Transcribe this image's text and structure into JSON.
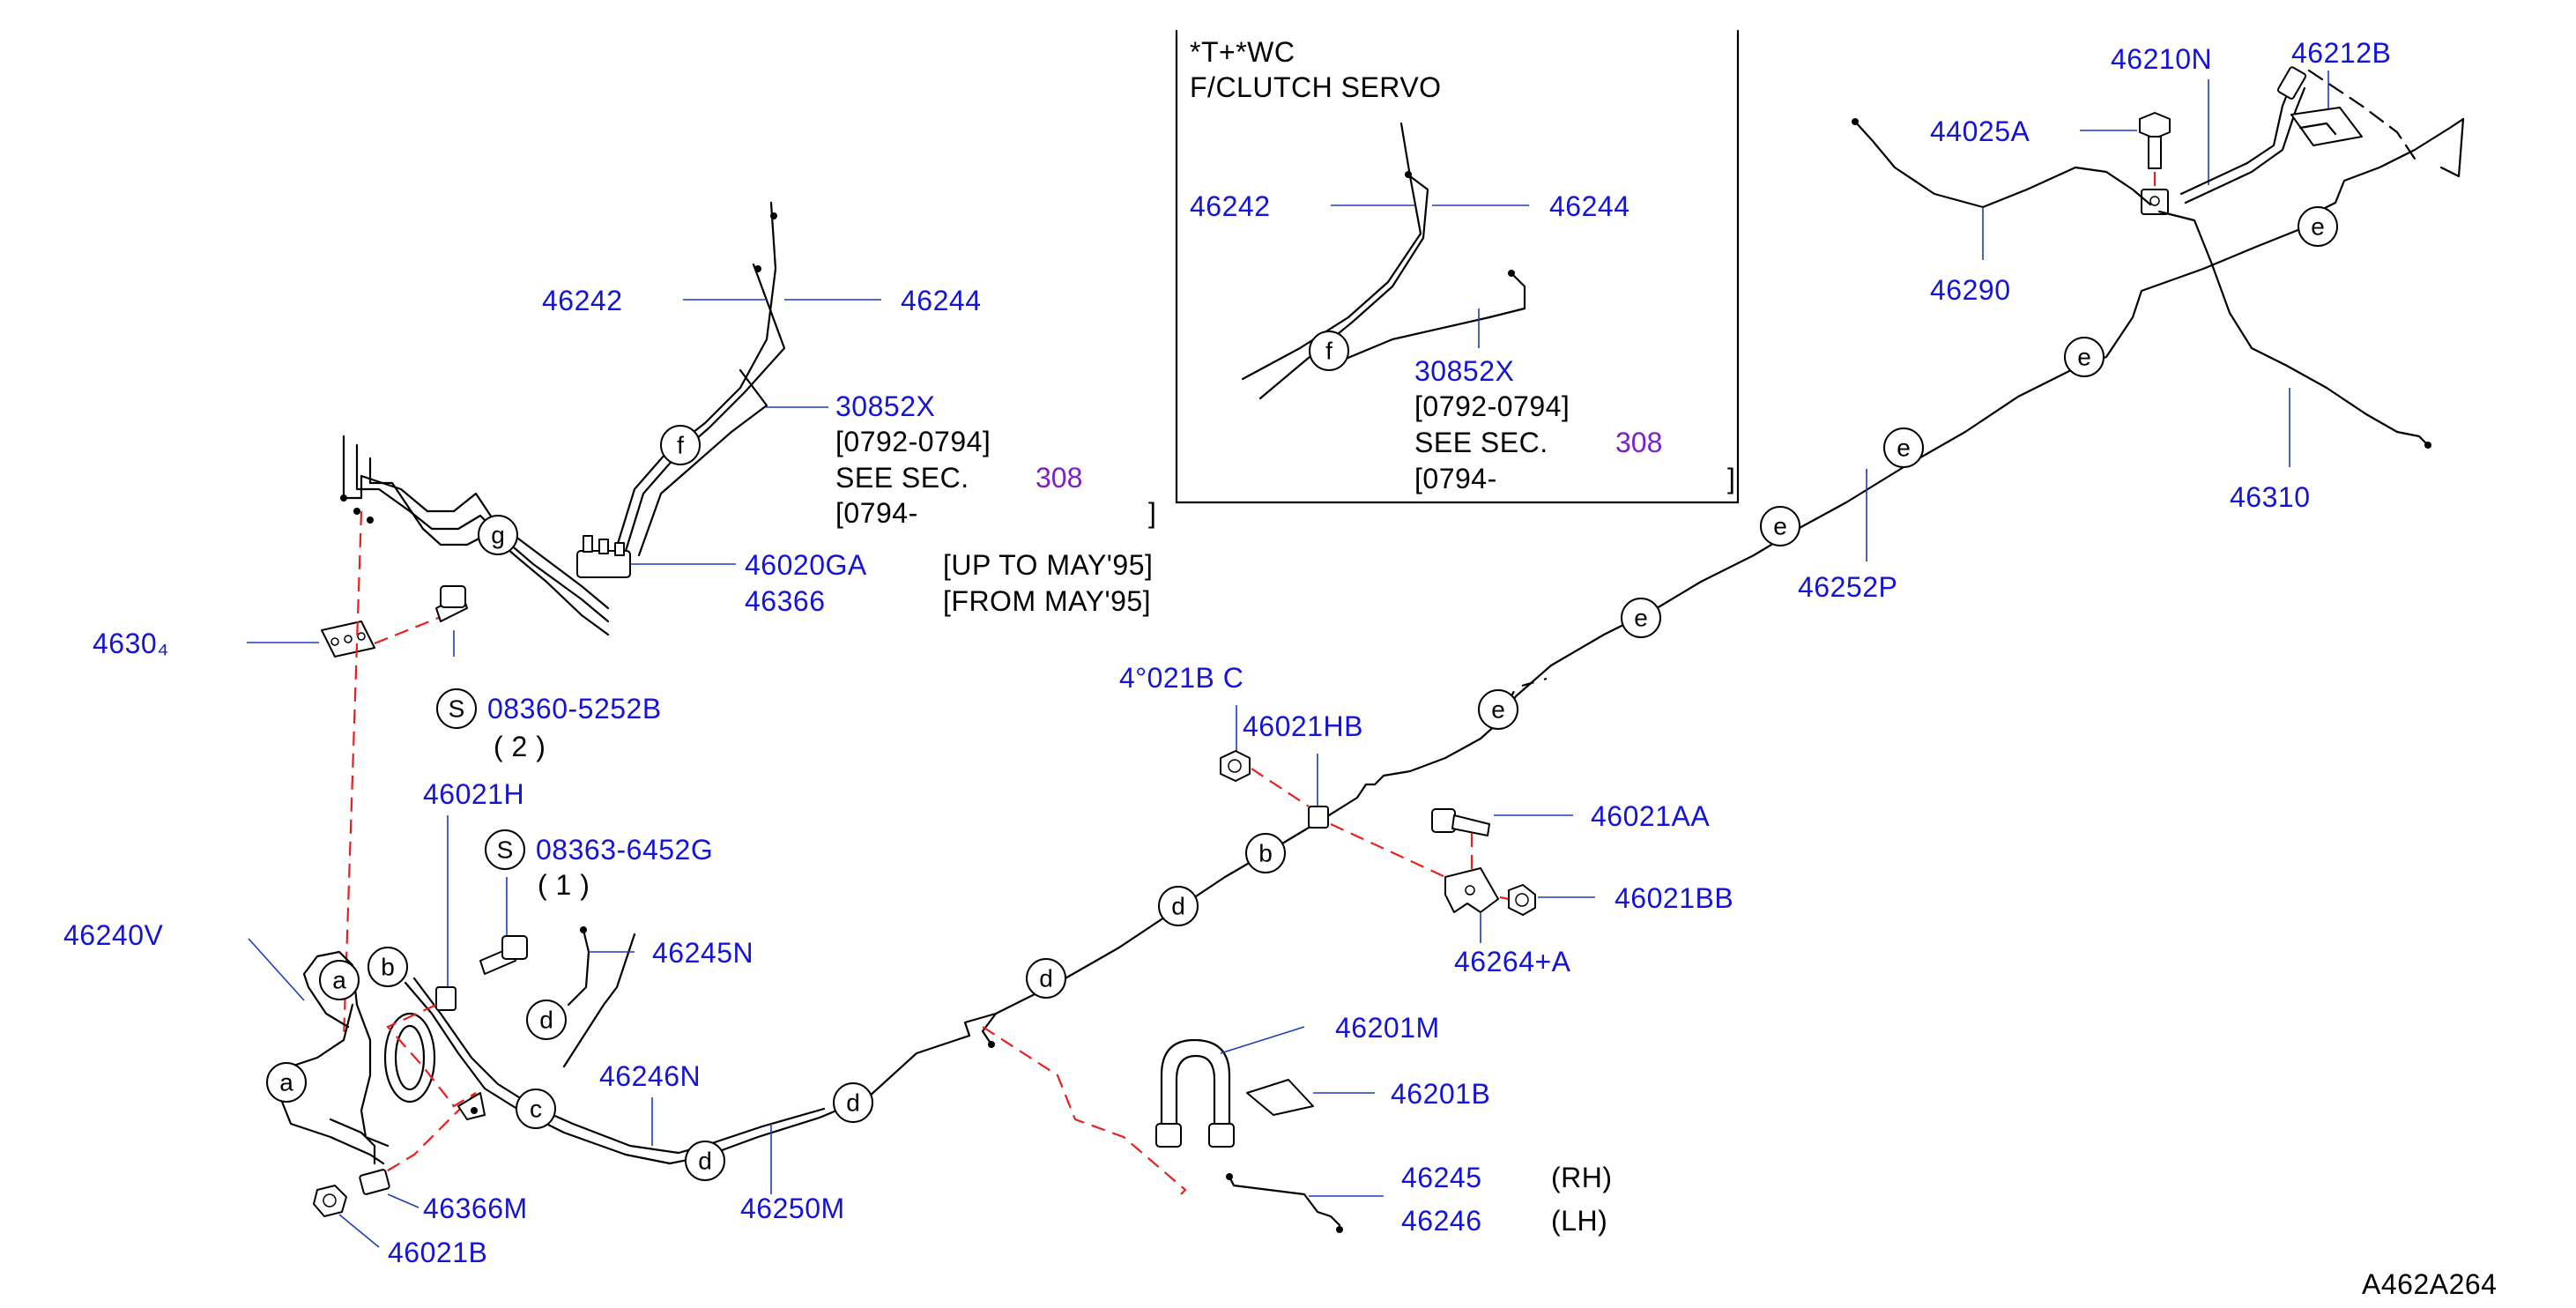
{
  "diagram": {
    "id_code": "A462A264",
    "inset": {
      "title_line1": "*T+*WC",
      "title_line2": "F/CLUTCH  SERVO",
      "part_left": "46242",
      "part_right": "46244",
      "part_hose": "30852X",
      "range_1": "[0792-0794]",
      "see_sec_prefix": "SEE  SEC.",
      "see_sec_number": "308",
      "range_2": "[0794-",
      "range_2_close": "]"
    },
    "main_left": {
      "p46242": "46242",
      "p46244": "46244",
      "p30852X": "30852X",
      "range_1": "[0792-0794]",
      "see_sec_prefix": "SEE  SEC.",
      "see_sec_number": "308",
      "range_2": "[0794-",
      "range_2_close": "]",
      "p46020GA": "46020GA",
      "p46366": "46366",
      "note_up_to": "[UP  TO  MAY'95]",
      "note_from": "[FROM  MAY'95]",
      "p4630x": "4630₄",
      "screw_1_symbol": "S",
      "screw_1_part": "08360-5252B",
      "screw_1_qty": "( 2 )",
      "p46021H": "46021H",
      "screw_2_symbol": "S",
      "screw_2_part": "08363-6452G",
      "screw_2_qty": "( 1 )",
      "p46240V": "46240V",
      "p46245N": "46245N",
      "p46246N": "46246N",
      "p46250M": "46250M",
      "p46366M": "46366M",
      "p46021B": "46021B"
    },
    "center": {
      "p46021BC": "4°021B C",
      "p46021HB": "46021HB",
      "p46021AA": "46021AA",
      "p46021BB": "46021BB",
      "p46264A": "46264+A",
      "p46201M": "46201M",
      "p46201B": "46201B",
      "p46245": "46245",
      "p46246": "46246",
      "rh": "(RH)",
      "lh": "(LH)"
    },
    "right": {
      "p46210N": "46210N",
      "p46212B": "46212B",
      "p44025A": "44025A",
      "p46290": "46290",
      "p46310": "46310",
      "p46252P": "46252P"
    },
    "callouts": {
      "a": "a",
      "b": "b",
      "c": "c",
      "d": "d",
      "e": "e",
      "f": "f",
      "g": "g"
    }
  }
}
